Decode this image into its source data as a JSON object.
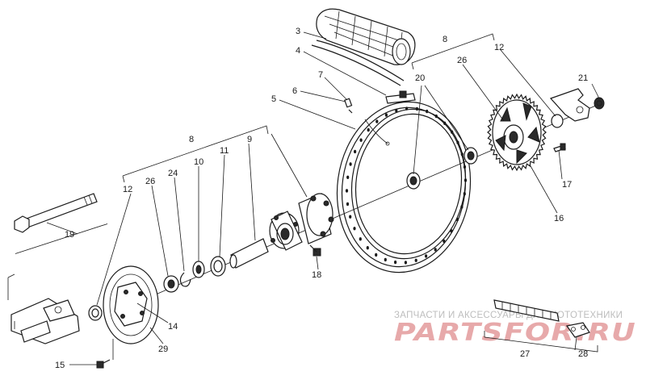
{
  "callouts": [
    {
      "id": "3",
      "label": "3"
    },
    {
      "id": "4",
      "label": "4"
    },
    {
      "id": "5",
      "label": "5"
    },
    {
      "id": "6",
      "label": "6"
    },
    {
      "id": "7",
      "label": "7"
    },
    {
      "id": "8-rear",
      "label": "8"
    },
    {
      "id": "12-rear",
      "label": "12"
    },
    {
      "id": "26-rear",
      "label": "26"
    },
    {
      "id": "20",
      "label": "20"
    },
    {
      "id": "21",
      "label": "21"
    },
    {
      "id": "17",
      "label": "17"
    },
    {
      "id": "16",
      "label": "16"
    },
    {
      "id": "8-front",
      "label": "8"
    },
    {
      "id": "9",
      "label": "9"
    },
    {
      "id": "11",
      "label": "11"
    },
    {
      "id": "10",
      "label": "10"
    },
    {
      "id": "24",
      "label": "24"
    },
    {
      "id": "26-front",
      "label": "26"
    },
    {
      "id": "12-front",
      "label": "12"
    },
    {
      "id": "19",
      "label": "19"
    },
    {
      "id": "18",
      "label": "18"
    },
    {
      "id": "14",
      "label": "14"
    },
    {
      "id": "29",
      "label": "29"
    },
    {
      "id": "15",
      "label": "15"
    },
    {
      "id": "27",
      "label": "27"
    },
    {
      "id": "28",
      "label": "28"
    }
  ],
  "watermark": {
    "tagline": "ЗАПЧАСТИ И АКСЕССУАРЫ ДЛЯ МОТОТЕХНИКИ",
    "brand": "PARTSFOR.RU"
  },
  "colors": {
    "line": "#1a1a1a",
    "watermark_text": "#bdbdbd",
    "watermark_brand": "#e7a9aa"
  }
}
